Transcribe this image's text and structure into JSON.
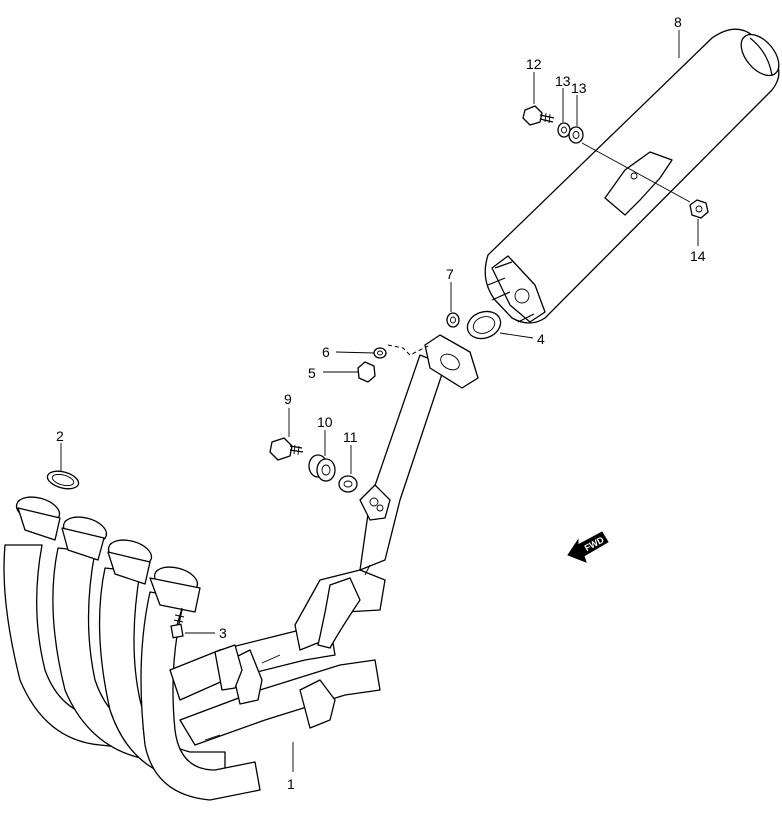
{
  "callouts": [
    {
      "id": "1",
      "label": "1"
    },
    {
      "id": "2",
      "label": "2"
    },
    {
      "id": "3",
      "label": "3"
    },
    {
      "id": "4",
      "label": "4"
    },
    {
      "id": "5",
      "label": "5"
    },
    {
      "id": "6",
      "label": "6"
    },
    {
      "id": "7",
      "label": "7"
    },
    {
      "id": "8",
      "label": "8"
    },
    {
      "id": "9",
      "label": "9"
    },
    {
      "id": "10",
      "label": "10"
    },
    {
      "id": "11",
      "label": "11"
    },
    {
      "id": "12",
      "label": "12"
    },
    {
      "id": "13a",
      "label": "13"
    },
    {
      "id": "13b",
      "label": "13"
    },
    {
      "id": "14",
      "label": "14"
    }
  ],
  "fwd_marker": {
    "label": "FWD"
  },
  "colors": {
    "line": "#000000",
    "background": "#ffffff"
  }
}
